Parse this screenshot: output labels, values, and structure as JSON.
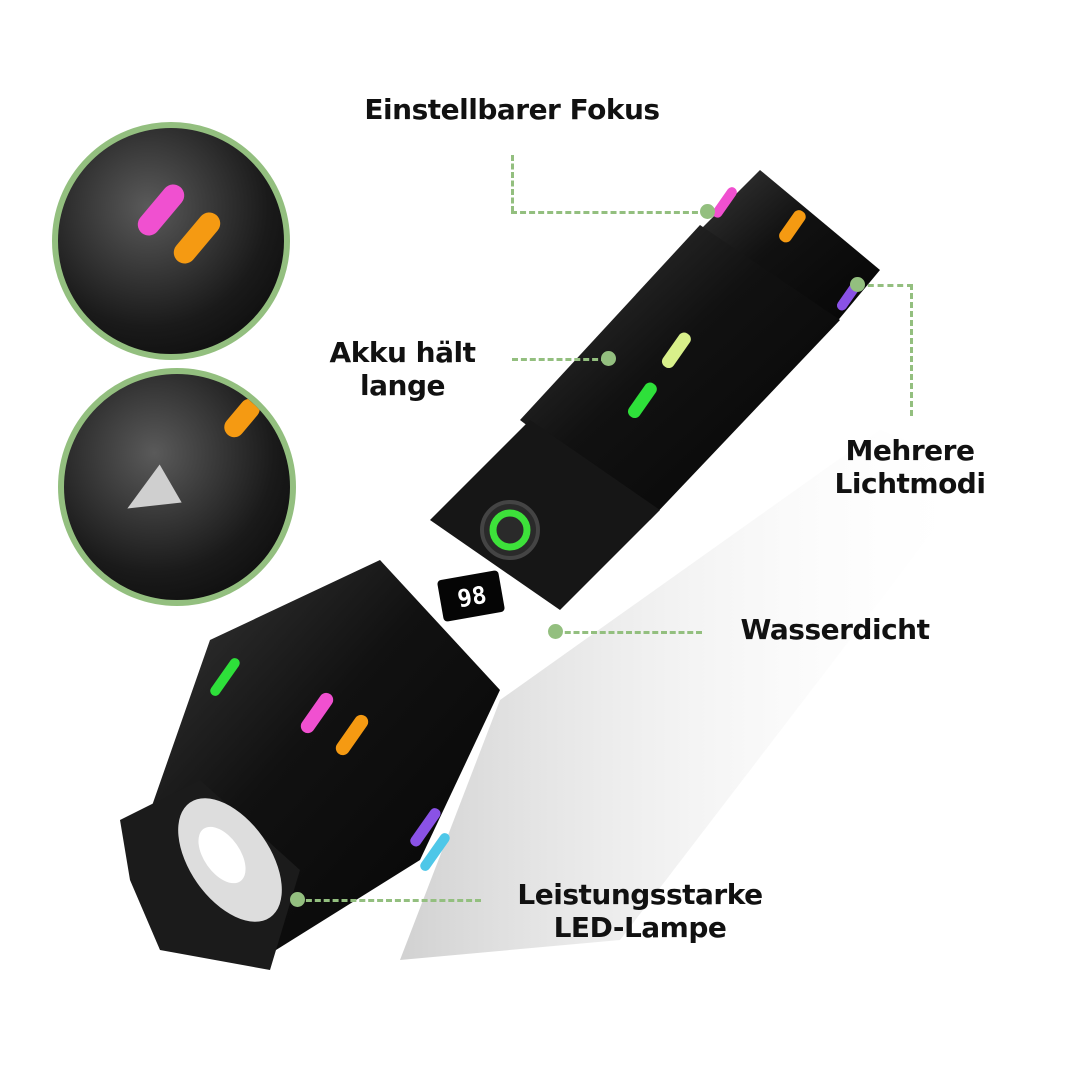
{
  "labels": {
    "focus": "Einstellbarer Fokus",
    "battery_line1": "Akku hält",
    "battery_line2": "lange",
    "modes_line1": "Mehrere",
    "modes_line2": "Lichtmodi",
    "waterproof": "Wasserdicht",
    "led_line1": "Leistungsstarke",
    "led_line2": "LED-Lampe"
  },
  "display": {
    "battery_percent": "98"
  },
  "colors": {
    "accent": "#93bf7f",
    "pink": "#f050d0",
    "orange": "#f59a12",
    "green": "#2ee03a",
    "lime": "#d8f08a",
    "purple": "#8a52e6",
    "cyan": "#4ec7e8"
  }
}
